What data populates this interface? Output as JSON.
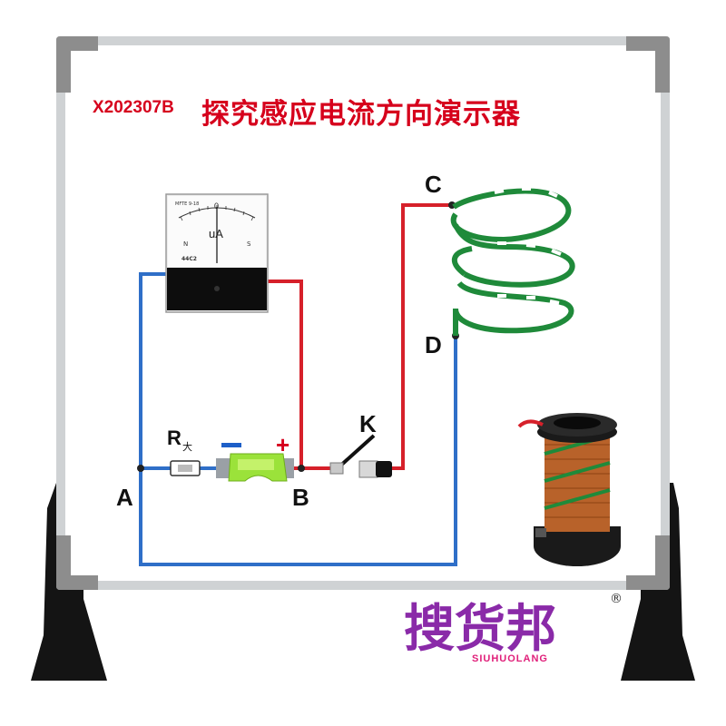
{
  "board": {
    "model_code": "X202307B",
    "title": "探究感应电流方向演示器"
  },
  "labels": {
    "point_a": "A",
    "point_b": "B",
    "point_c": "C",
    "point_d": "D",
    "switch": "K",
    "resistor": "R",
    "resistor_sub": "大",
    "battery_positive": "+"
  },
  "meter": {
    "model": "MFTE 9-18",
    "unit": "uA",
    "zero": "0",
    "pole_n": "N",
    "pole_s": "S",
    "brand": "44C2"
  },
  "logo": {
    "text": "搜货邦",
    "latin": "SIUHUOLANG",
    "mark": "®"
  },
  "colors": {
    "wire_blue": "#2f6fc8",
    "wire_red": "#d6202a",
    "coil_green": "#1f8a3a",
    "title_red": "#d6001c",
    "frame_gray": "#8d8d8d",
    "stand_black": "#141414",
    "copper": "#b8622a"
  }
}
